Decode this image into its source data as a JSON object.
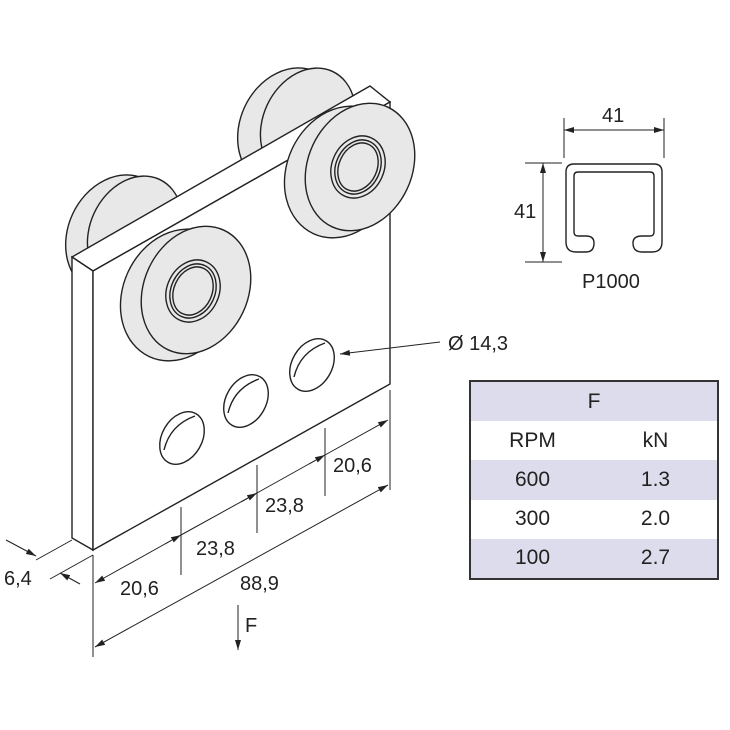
{
  "profile": {
    "name": "P1000",
    "width_label": "41",
    "height_label": "41"
  },
  "hole_label": "Ø 14,3",
  "dimensions": {
    "thickness": "6,4",
    "spacing": [
      "20,6",
      "23,8",
      "23,8",
      "20,6"
    ],
    "overall": "88,9",
    "force": "F"
  },
  "table": {
    "title": "F",
    "headers": [
      "RPM",
      "kN"
    ],
    "rows": [
      {
        "rpm": "600",
        "kn": "1.3"
      },
      {
        "rpm": "300",
        "kn": "2.0"
      },
      {
        "rpm": "100",
        "kn": "2.7"
      }
    ],
    "band_color": "#dcdcec"
  }
}
